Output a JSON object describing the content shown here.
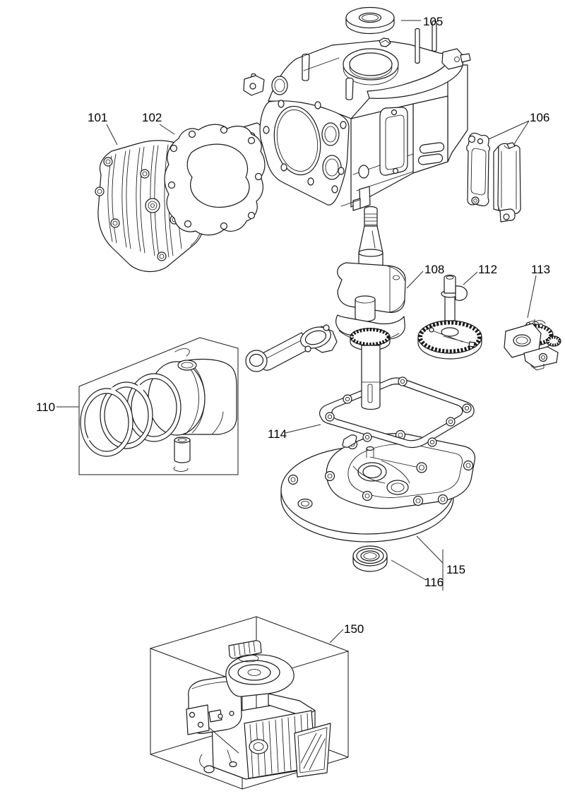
{
  "diagram": {
    "kind": "exploded-parts-diagram",
    "background_color": "#ffffff",
    "line_color": "#1a1a1a",
    "label_color": "#000000",
    "parts": [
      {
        "label": "101",
        "name": "cylinder-head"
      },
      {
        "label": "102",
        "name": "cylinder-head-gasket"
      },
      {
        "label": "105",
        "name": "seal-washer"
      },
      {
        "label": "106",
        "name": "exhaust-gasket-and-guard"
      },
      {
        "label": "108",
        "name": "crankshaft-with-connecting-rod"
      },
      {
        "label": "110",
        "name": "piston-and-rings-kit"
      },
      {
        "label": "112",
        "name": "camshaft"
      },
      {
        "label": "113",
        "name": "governor-gear-assembly"
      },
      {
        "label": "114",
        "name": "sump-gasket"
      },
      {
        "label": "115",
        "name": "crankcase-sump"
      },
      {
        "label": "116",
        "name": "oil-seal"
      },
      {
        "label": "150",
        "name": "complete-engine"
      }
    ]
  }
}
